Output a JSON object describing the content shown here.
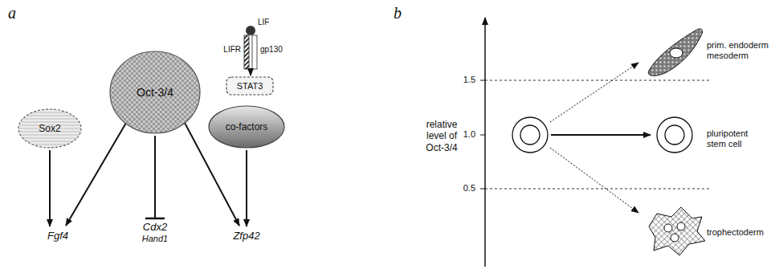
{
  "diagram": {
    "nodes": [
      {
        "text": [
          "Sox2"
        ]
      },
      {
        "text": [
          "Oct-3/4"
        ]
      },
      {
        "text": [
          "STAT3"
        ]
      },
      {
        "text": [
          "co-factors"
        ]
      }
    ],
    "labels": [
      "a",
      "b",
      "LIF",
      "LIFR",
      "gp130",
      "Fgf4",
      "Cdx2",
      "Hand1",
      "Zfp42",
      "relative level of Oct-3/4",
      "1.5",
      "1.0",
      "0.5",
      "prim. endoderm mesoderm",
      "pluripotent stem cell",
      "trophectoderm"
    ]
  }
}
